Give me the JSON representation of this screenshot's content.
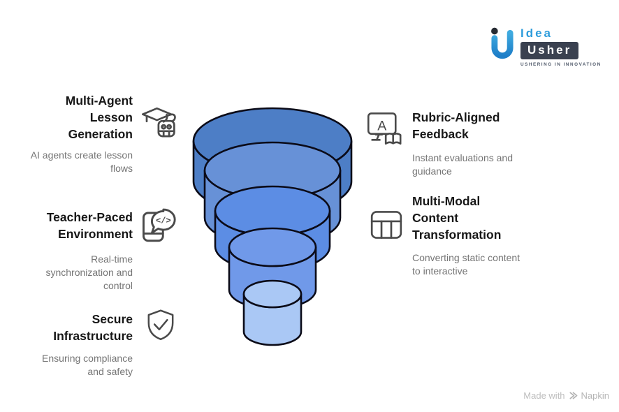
{
  "page": {
    "background": "#ffffff"
  },
  "logo": {
    "name_top": "Idea",
    "name_bottom": "Usher",
    "tagline": "USHERING IN INNOVATION",
    "brand_blue": "#2D9CDB",
    "box_dark": "#3A4150"
  },
  "features": {
    "left": [
      {
        "title": "Multi-Agent Lesson Generation",
        "description": "AI agents create lesson flows",
        "icon": "robot-graduation-icon"
      },
      {
        "title": "Teacher-Paced Environment",
        "description": "Real-time synchronization and control",
        "icon": "device-code-bubble-icon"
      },
      {
        "title": "Secure Infrastructure",
        "description": "Ensuring compliance and safety",
        "icon": "shield-check-icon"
      }
    ],
    "right": [
      {
        "title": "Rubric-Aligned Feedback",
        "description": "Instant evaluations and guidance",
        "icon": "monitor-grade-book-icon"
      },
      {
        "title": "Multi-Modal Content Transformation",
        "description": "Converting static content to interactive",
        "icon": "table-grid-icon"
      }
    ]
  },
  "funnel": {
    "shape": "five-layer stacked cylinder funnel, widest and darkest at top, narrowest and lightest at bottom",
    "outline": "#0b0b18",
    "layers": [
      {
        "index": 1,
        "color": "#4D7EC6"
      },
      {
        "index": 2,
        "color": "#6791D7"
      },
      {
        "index": 3,
        "color": "#5C8DE4"
      },
      {
        "index": 4,
        "color": "#7099E9"
      },
      {
        "index": 5,
        "color": "#AAC8F5"
      }
    ]
  },
  "footer": {
    "made_with": "Made with",
    "brand": "Napkin"
  }
}
